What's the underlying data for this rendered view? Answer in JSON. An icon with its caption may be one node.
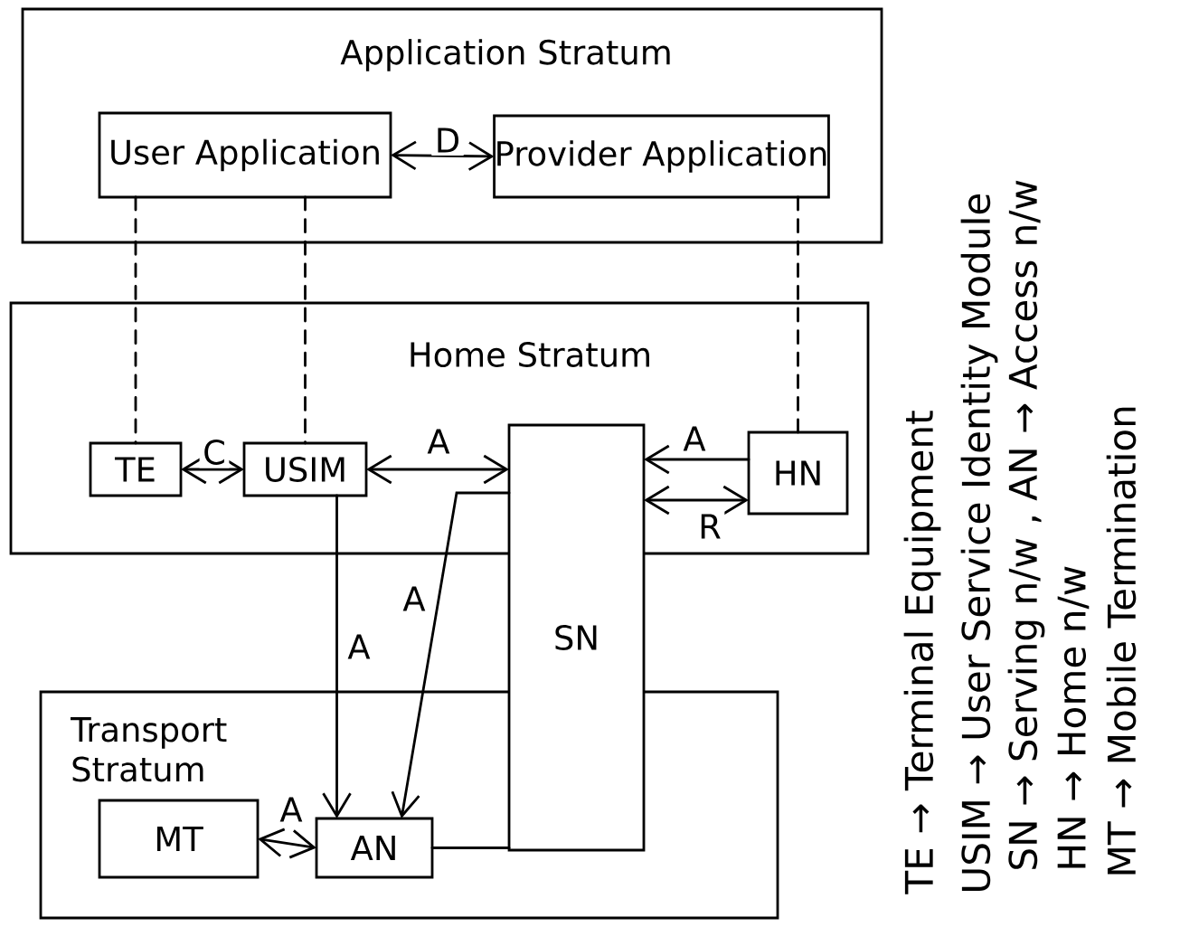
{
  "diagram": {
    "nodes": [
      {
        "text": [
          "Application Stratum"
        ]
      },
      {
        "text": [
          "User Application"
        ],
        "in": 0
      },
      {
        "text": [
          "Provider Application"
        ],
        "in": 0
      },
      {
        "text": [
          "Home Stratum"
        ]
      },
      {
        "text": [
          "TE"
        ],
        "in": 3
      },
      {
        "text": [
          "USIM"
        ],
        "in": 3
      },
      {
        "text": [
          "HN"
        ],
        "in": 3
      },
      {
        "text": [
          "SN"
        ]
      },
      {
        "text": [
          "Transport Stratum"
        ]
      },
      {
        "text": [
          "MT"
        ],
        "in": 8
      },
      {
        "text": [
          "AN"
        ],
        "in": 8
      }
    ],
    "edges": [
      {
        "from": 1,
        "to": 2,
        "arrow": "both",
        "label": "D"
      },
      {
        "from": 1,
        "to": 4,
        "arrow": "none",
        "style": "dashed"
      },
      {
        "from": 1,
        "to": 5,
        "arrow": "none",
        "style": "dashed"
      },
      {
        "from": 2,
        "to": 6,
        "arrow": "none",
        "style": "dashed"
      },
      {
        "from": 4,
        "to": 5,
        "arrow": "both",
        "label": "C"
      },
      {
        "from": 5,
        "to": 7,
        "arrow": "both",
        "label": "A"
      },
      {
        "from": 6,
        "to": 7,
        "arrow": "to",
        "label": "A"
      },
      {
        "from": 7,
        "to": 6,
        "arrow": "both",
        "label": "R"
      },
      {
        "from": 5,
        "to": 10,
        "arrow": "to",
        "label": "A"
      },
      {
        "from": 7,
        "to": 10,
        "arrow": "to",
        "label": "A"
      },
      {
        "from": 9,
        "to": 10,
        "arrow": "both",
        "label": "A"
      },
      {
        "from": 10,
        "to": 7,
        "arrow": "none"
      }
    ],
    "labels": [
      "TE → Terminal Equipment",
      "USIM → User Service Identity Module",
      "SN → Serving n/w , AN → Access n/w",
      "HN → Home n/w",
      "MT → Mobile Termination"
    ]
  }
}
